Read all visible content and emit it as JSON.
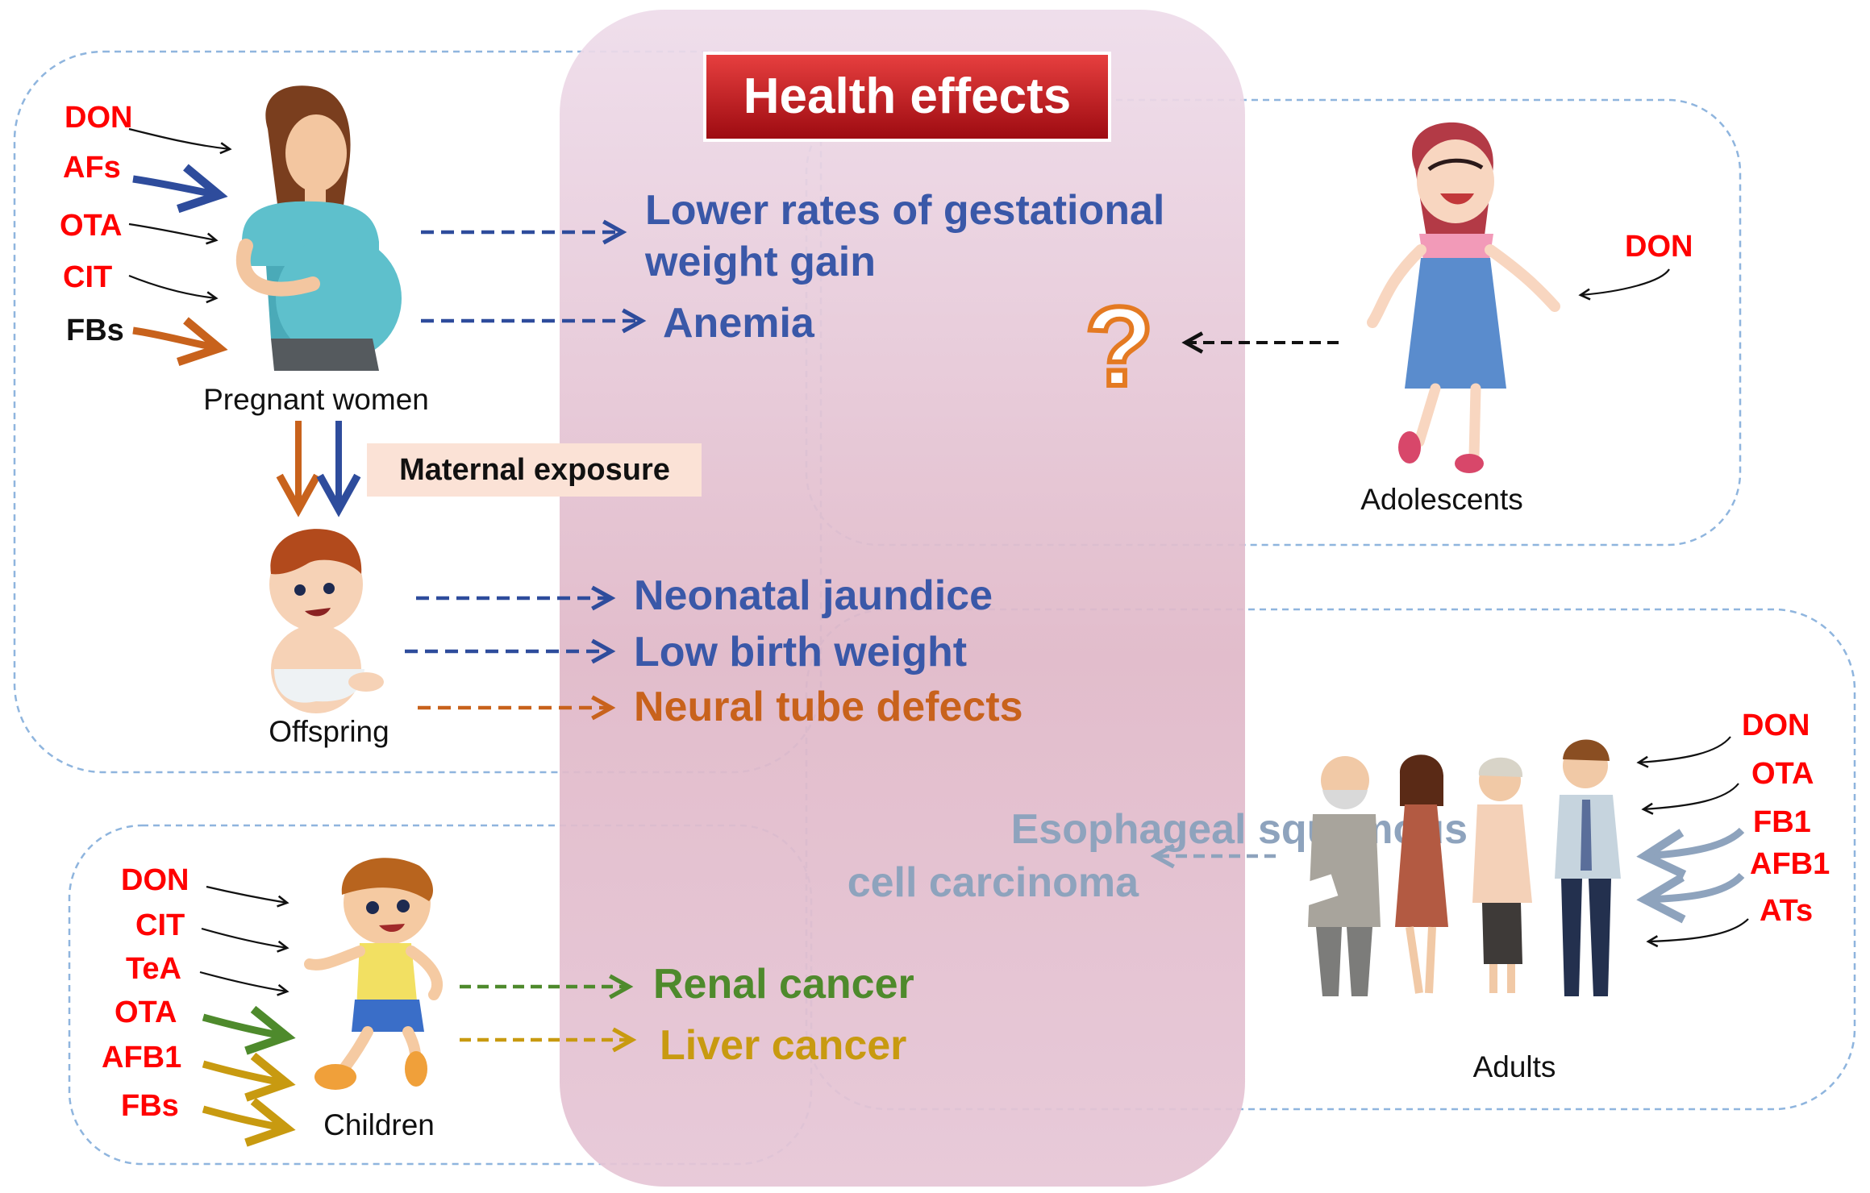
{
  "title": "Health effects",
  "colors": {
    "red": "#ff0000",
    "blue": "#2e4c9c",
    "orange": "#c8621c",
    "green": "#4e8a2c",
    "gold": "#c89a10",
    "slate": "#8ea3bd",
    "panel": "#e2bccd",
    "dash": "#8fb5de"
  },
  "pregnant": {
    "label": "Pregnant women",
    "toxins": [
      "DON",
      "AFs",
      "OTA",
      "CIT",
      "FBs"
    ],
    "effects": [
      "Lower rates of gestational",
      "weight gain",
      "Anemia"
    ]
  },
  "maternal_exposure": "Maternal exposure",
  "offspring": {
    "label": "Offspring",
    "effects": [
      "Neonatal jaundice",
      "Low birth weight",
      "Neural tube defects"
    ]
  },
  "adolescents": {
    "label": "Adolescents",
    "toxins": [
      "DON"
    ],
    "effect": "?"
  },
  "adults": {
    "label": "Adults",
    "toxins": [
      "DON",
      "OTA",
      "FB1",
      "AFB1",
      "ATs"
    ],
    "effects": [
      "Esophageal squamous",
      "cell carcinoma"
    ]
  },
  "children": {
    "label": "Children",
    "toxins": [
      "DON",
      "CIT",
      "TeA",
      "OTA",
      "AFB1",
      "FBs"
    ],
    "effects": [
      "Renal cancer",
      "Liver cancer"
    ]
  }
}
